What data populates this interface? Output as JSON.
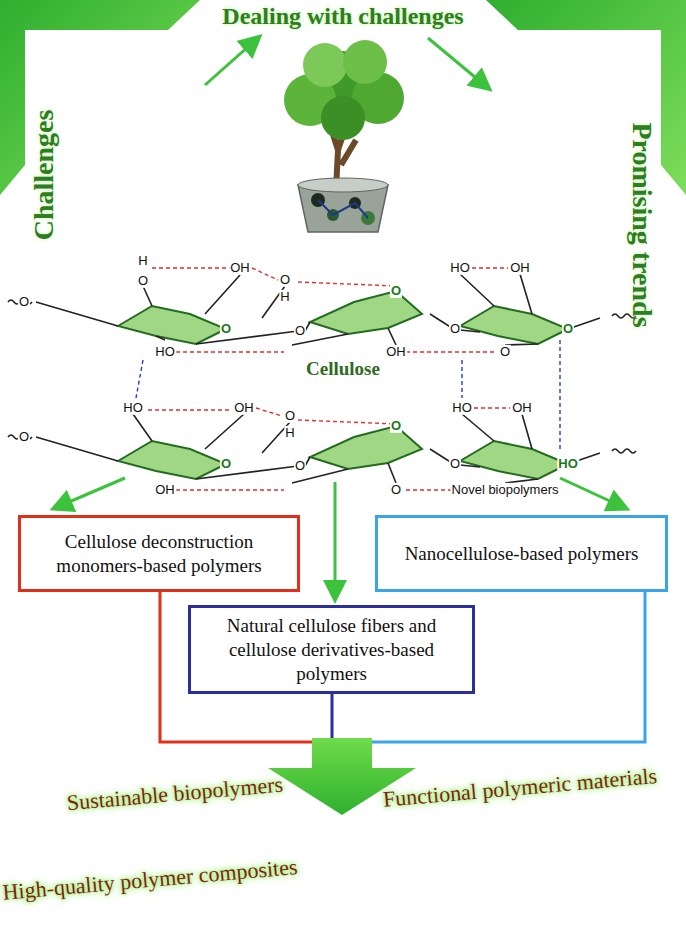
{
  "diagram": {
    "nodes": [
      {
        "text": [
          "Cellulose deconstruction monomers-based polymers"
        ]
      },
      {
        "text": [
          "Nanocellulose-based polymers"
        ]
      },
      {
        "text": [
          "Natural cellulose fibers and cellulose derivatives-based polymers"
        ]
      }
    ],
    "labels": [
      "Dealing with challenges",
      "Challenges",
      "Promising trends",
      "Cellulose",
      "O",
      "H",
      "O",
      "OH",
      "O",
      "H",
      "HO",
      "OH",
      "O",
      "O",
      "O",
      "O",
      "O",
      "HO",
      "OH",
      "O",
      "HO",
      "OH",
      "O",
      "H",
      "HO",
      "OH",
      "O",
      "O",
      "O",
      "O",
      "O",
      "HO",
      "OH",
      "O",
      "Novel biopolymers",
      "Sustainable biopolymers",
      "Functional polymeric materials",
      "High-quality polymer composites"
    ]
  }
}
